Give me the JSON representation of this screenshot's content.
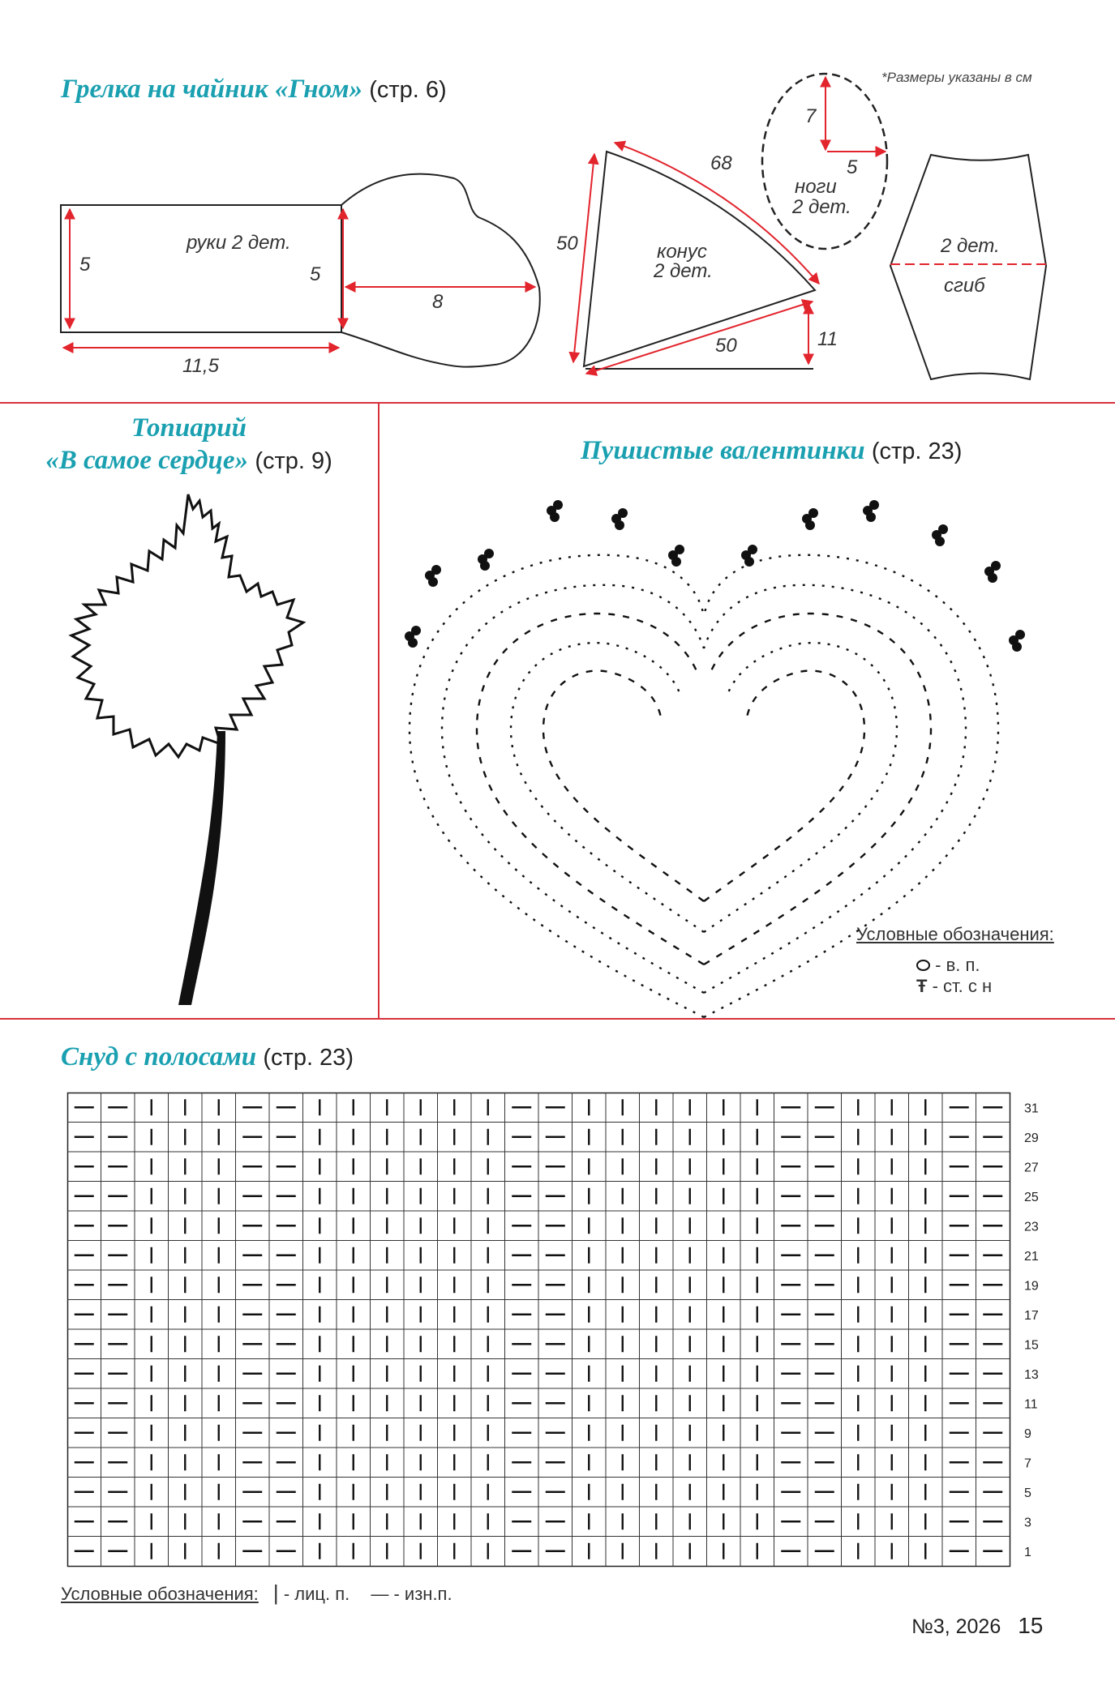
{
  "note": "*Размеры указаны в см",
  "gnome": {
    "title": "Грелка на чайник «Гном»",
    "page": "(стр. 6)",
    "labels": {
      "arms": "руки 2 дет.",
      "arm_h": "5",
      "arm_h2": "5",
      "arm_w": "11,5",
      "mitt": "8",
      "cone": "конус",
      "cone_count": "2 дет.",
      "cone_side": "50",
      "cone_arc": "68",
      "cone_bottom": "50",
      "cone_offset": "11",
      "legs": "ноги",
      "legs_count": "2 дет.",
      "legs_h": "7",
      "legs_w": "5",
      "body_count": "2 дет.",
      "fold": "сгиб"
    }
  },
  "topiary": {
    "title_line1": "Топиарий",
    "title_line2": "«В самое сердце»",
    "page": "(стр. 9)"
  },
  "valentines": {
    "title": "Пушистые валентинки",
    "page": "(стр. 23)",
    "legend_label": "Условные обозначения:",
    "legend_ch": "- в. п.",
    "legend_dc": "- ст. с н"
  },
  "snood": {
    "title": "Снуд с полосами",
    "page": "(стр. 23)",
    "legend_label": "Условные обозначения:",
    "legend_knit": "- лиц. п.",
    "legend_purl": "- изн.п."
  },
  "chart_data": {
    "type": "table",
    "columns": 28,
    "row_numbers": [
      "31",
      "29",
      "27",
      "25",
      "23",
      "21",
      "19",
      "17",
      "15",
      "13",
      "11",
      "9",
      "7",
      "5",
      "3",
      "1"
    ],
    "rows": [
      "--|||--||||||--||||||--|||--",
      "--|||--||||||--||||||--|||--",
      "--|||--||||||--||||||--|||--",
      "--|||--||||||--||||||--|||--",
      "--|||--||||||--||||||--|||--",
      "--|||--||||||--||||||--|||--",
      "--|||--||||||--||||||--|||--",
      "--|||--||||||--||||||--|||--",
      "--|||--||||||--||||||--|||--",
      "--|||--||||||--||||||--|||--",
      "--|||--||||||--||||||--|||--",
      "--|||--||||||--||||||--|||--",
      "--|||--||||||--||||||--|||--",
      "--|||--||||||--||||||--|||--",
      "--|||--||||||--||||||--|||--",
      "--|||--||||||--||||||--|||--"
    ]
  },
  "footer": {
    "issue": "№3, 2026",
    "page_num": "15"
  }
}
